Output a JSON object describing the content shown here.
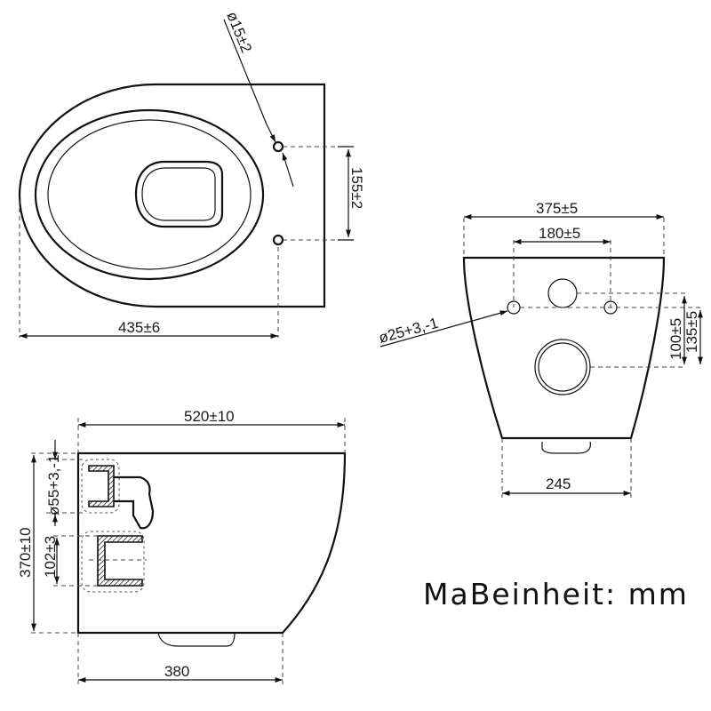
{
  "top_view": {
    "dim_hole_diameter": "ø15±2",
    "dim_hole_spacing": "155±2",
    "dim_length": "435±6"
  },
  "back_view": {
    "dim_top_width": "375±5",
    "dim_bolt_spacing": "180±5",
    "dim_bolt_diameter": "ø25+3,-1",
    "dim_inlet_height": "100±5",
    "dim_bolt_height": "135±5",
    "dim_bottom_width": "245"
  },
  "side_view": {
    "dim_projection": "520±10",
    "dim_inlet_diameter": "ø55+3,-1",
    "dim_height": "370±10",
    "dim_outlet": "102±3",
    "dim_base_depth": "380"
  },
  "unit_label": "MaBeinheit: mm"
}
